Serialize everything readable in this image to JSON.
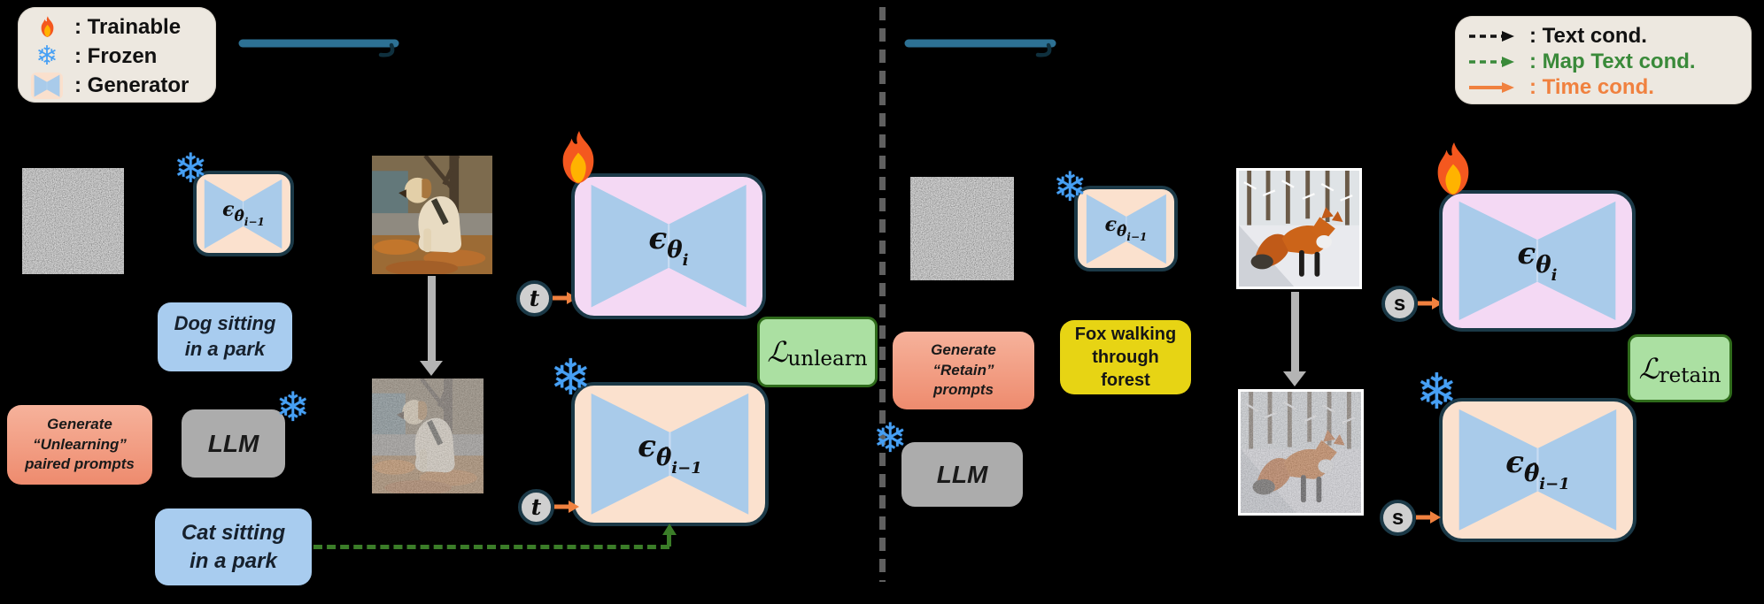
{
  "colors": {
    "background": "#000000",
    "legend_bg": "#EDE8E0",
    "accent_teal_underline": "#2D7194",
    "trainable_pink": "#F4D9F4",
    "frozen_peach": "#FBE1CE",
    "generator_blue": "#A9CBEA",
    "border_navy": "#1B3947",
    "prompt_blue": "#A8CCEF",
    "prompt_yellow": "#E7D414",
    "prompt_salmon": "#F09A7E",
    "llm_gray": "#ACACAC",
    "loss_green": "#ABE0A2",
    "loss_border_green": "#2F6B1B",
    "text_cond_black": "#111111",
    "map_text_cond_green": "#3A8A3A",
    "time_cond_orange": "#F0813F",
    "snowflake_blue": "#47A0F4"
  },
  "legend_left": {
    "items": [
      {
        "icon": "fire-icon",
        "label": ": Trainable"
      },
      {
        "icon": "snowflake-icon",
        "label": ": Frozen"
      },
      {
        "icon": "generator-icon",
        "label": ": Generator"
      }
    ]
  },
  "legend_right": {
    "items": [
      {
        "icon": "black-dashed-arrow",
        "label": ": Text cond."
      },
      {
        "icon": "green-dashed-arrow",
        "label": ": Map Text cond."
      },
      {
        "icon": "orange-solid-arrow",
        "label": ": Time cond."
      }
    ]
  },
  "math": {
    "epsilon": "ϵ",
    "theta_current": {
      "sub": "θ",
      "subsub": "i"
    },
    "theta_prev": {
      "sub": "θ̂",
      "subsub": "i−1"
    }
  },
  "left_panel": {
    "prompt_source": "Dog sitting\nin a park",
    "prompt_mapped": "Cat sitting\nin a park",
    "generate_box": "Generate\n“Unlearning”\npaired prompts",
    "llm_label": "LLM",
    "time_token": "t",
    "loss": {
      "script": "ℒ",
      "sub": "unlearn"
    }
  },
  "right_panel": {
    "prompt_retain": "Fox walking\nthrough\nforest",
    "generate_box": "Generate\n“Retain”\nprompts",
    "llm_label": "LLM",
    "time_token": "s",
    "loss": {
      "script": "ℒ",
      "sub": "retain"
    }
  }
}
